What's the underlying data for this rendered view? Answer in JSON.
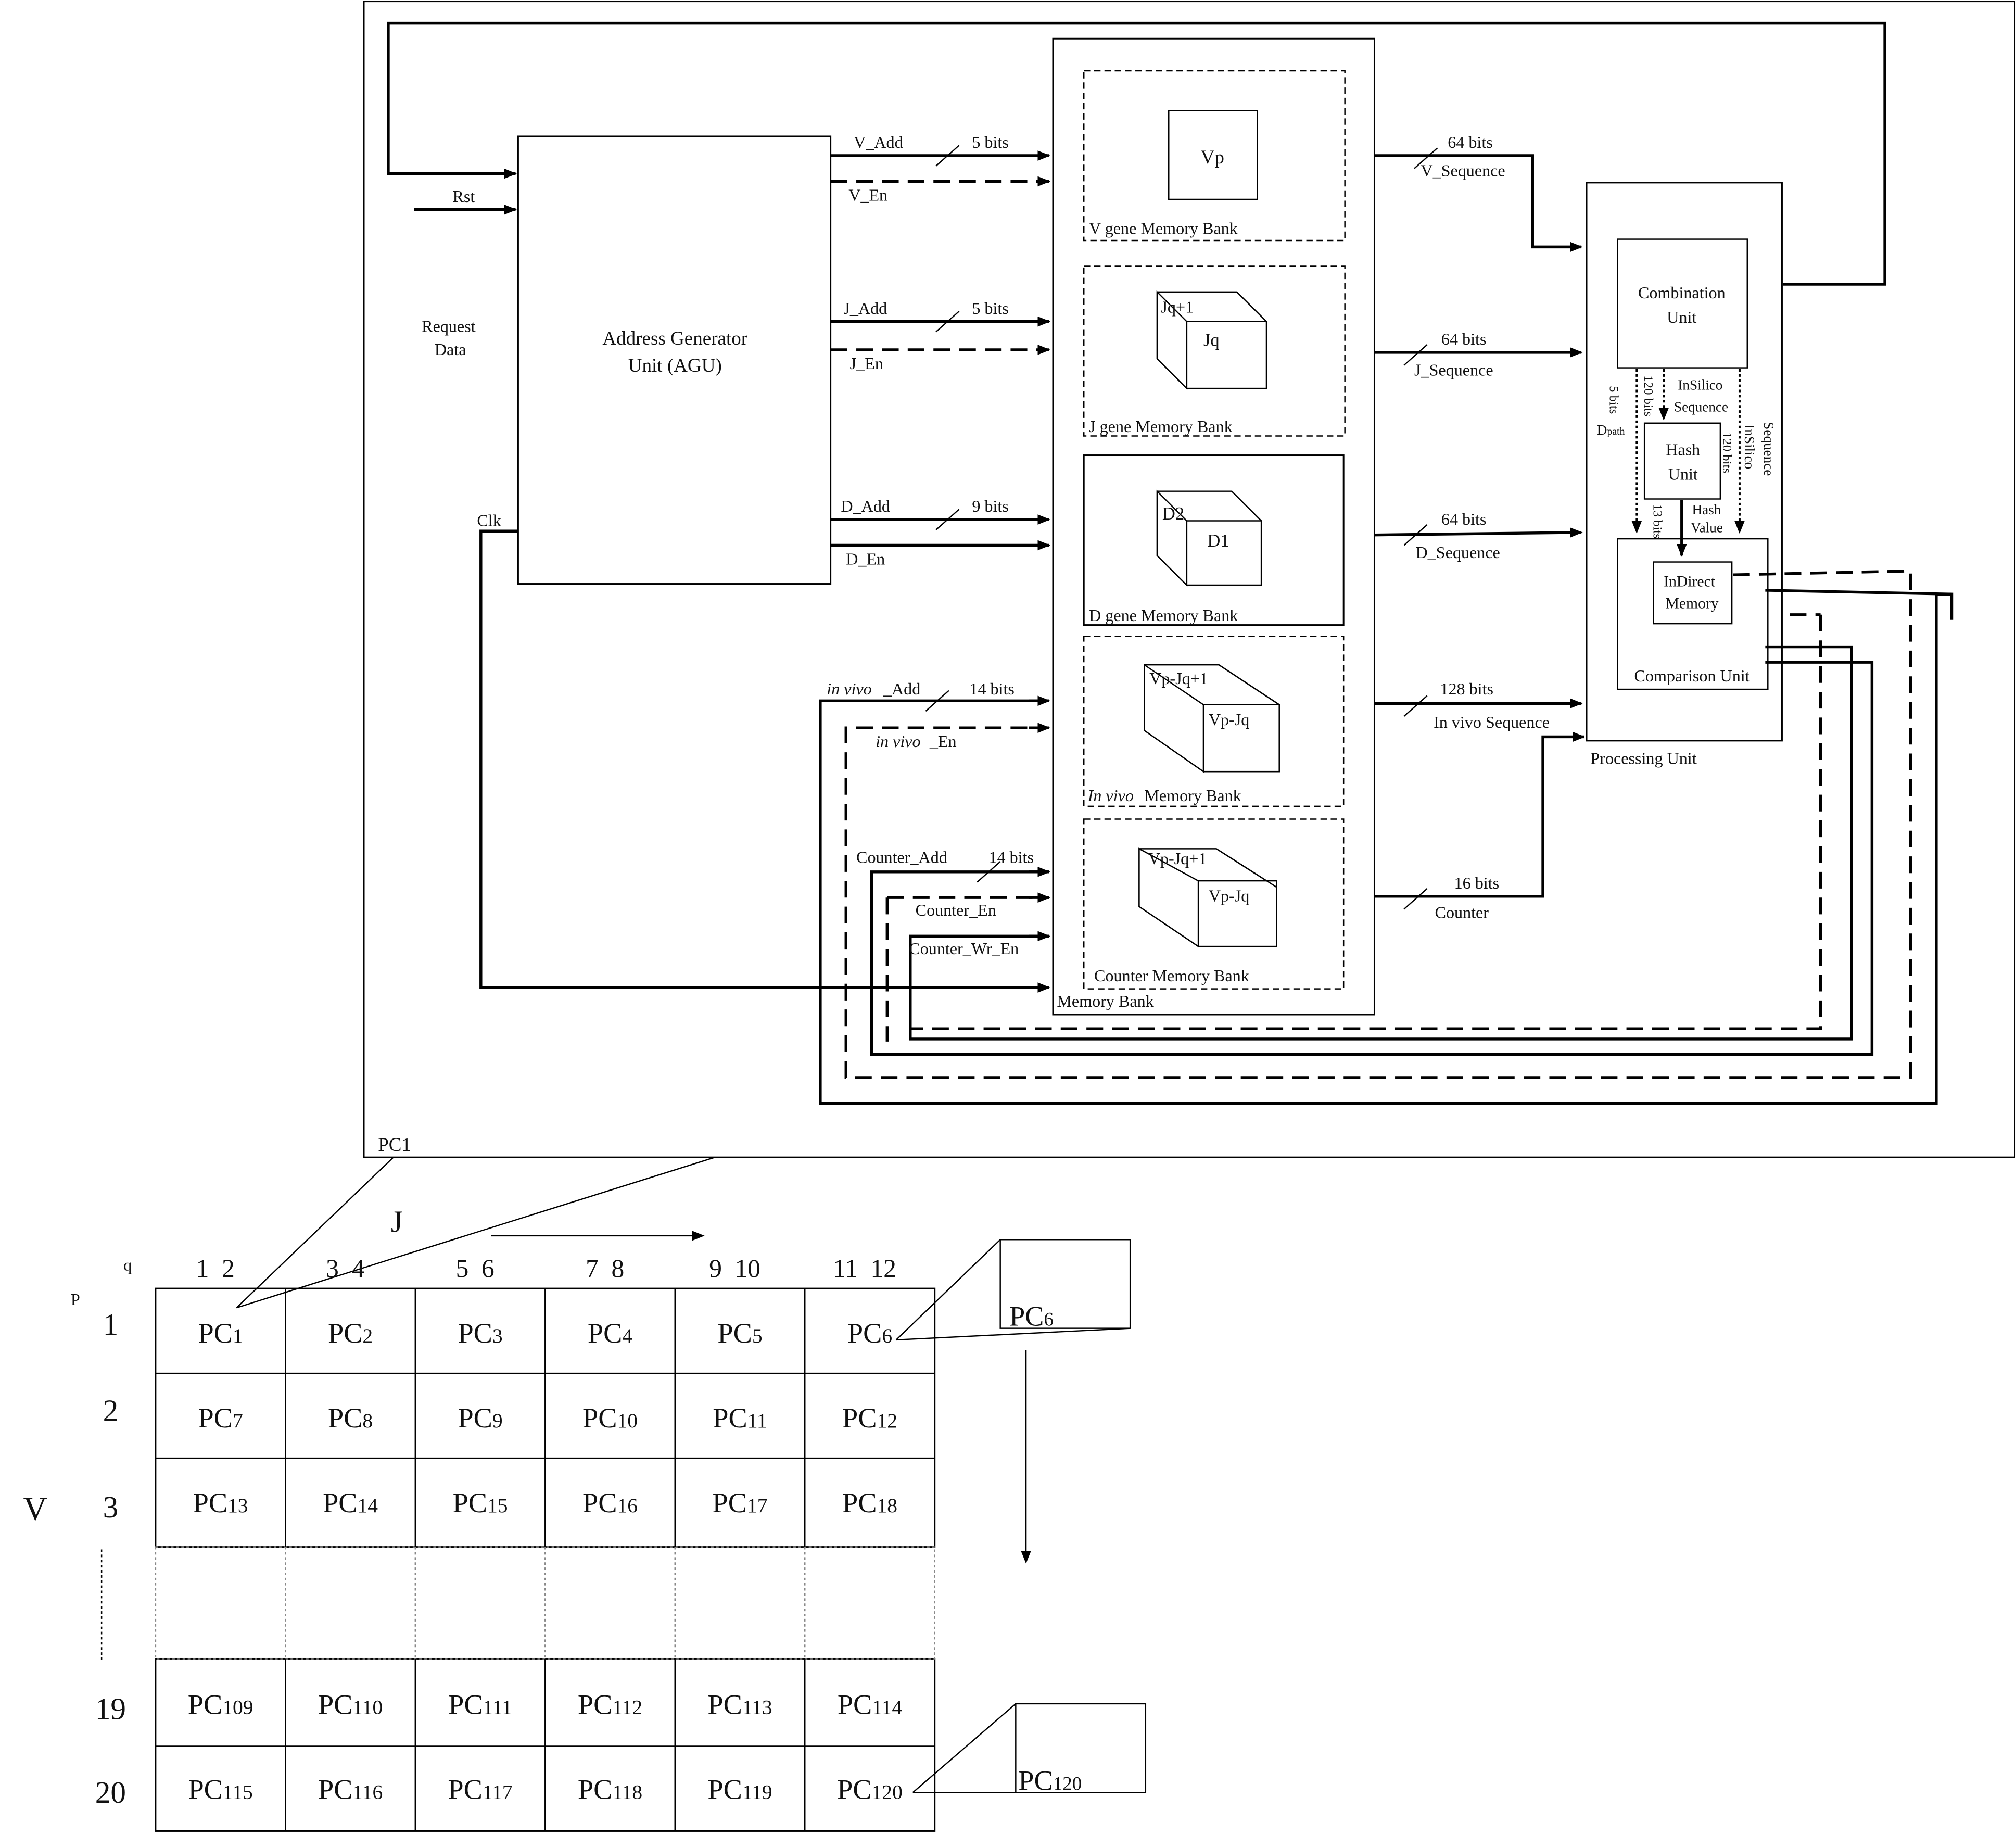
{
  "pc_detail": {
    "label": "PC1",
    "inputs": {
      "rst": "Rst",
      "request_data_1": "Request",
      "request_data_2": "Data",
      "clk": "Clk"
    },
    "agu": {
      "line1": "Address Generator",
      "line2": "Unit (AGU)"
    },
    "signals": {
      "v_add": "V_Add",
      "v_add_bits": "5 bits",
      "v_en": "V_En",
      "j_add": "J_Add",
      "j_add_bits": "5 bits",
      "j_en": "J_En",
      "d_add": "D_Add",
      "d_add_bits": "9 bits",
      "d_en": "D_En",
      "invivo_add_em": "in vivo",
      "invivo_add_suffix": "_Add",
      "invivo_add_bits": "14 bits",
      "invivo_en_em": "in vivo",
      "invivo_en_suffix": "_En",
      "counter_add": "Counter_Add",
      "counter_add_bits": "14 bits",
      "counter_en": "Counter_En",
      "counter_wr_en": "Counter_Wr_En"
    },
    "memory": {
      "outer_label": "Memory Bank",
      "v_bank": {
        "label": "V gene  Memory Bank",
        "box": "Vp"
      },
      "j_bank": {
        "label": "J gene Memory Bank",
        "back": "Jq+1",
        "front": "Jq"
      },
      "d_bank": {
        "label": "D gene Memory Bank",
        "back": "D2",
        "front": "D1"
      },
      "invivo_bank": {
        "label_em": "In vivo",
        "label_suffix": " Memory Bank",
        "back": "Vp-Jq+1",
        "front": "Vp-Jq"
      },
      "counter_bank": {
        "label": "Counter Memory Bank",
        "back": "Vp-Jq+1",
        "front": "Vp-Jq"
      }
    },
    "outputs": {
      "v_bits": "64 bits",
      "v_seq": "V_Sequence",
      "j_bits": "64 bits",
      "j_seq": "J_Sequence",
      "d_bits": "64 bits",
      "d_seq": "D_Sequence",
      "invivo_bits": "128 bits",
      "invivo_seq": "In vivo Sequence",
      "counter_bits": "16 bits",
      "counter": "Counter"
    },
    "processing": {
      "label": "Processing  Unit",
      "combination_1": "Combination",
      "combination_2": "Unit",
      "hash_1": "Hash",
      "hash_2": "Unit",
      "comparison": "Comparison Unit",
      "indirect_1": "InDirect",
      "indirect_2": "Memory",
      "five_bits": "5 bits",
      "dpath": "D",
      "dpath_sub": "path",
      "bits120_a": "120 bits",
      "insilico_1": "InSilico",
      "insilico_2": "Sequence",
      "bits120_b": "120 bits",
      "insilico_v1": "InSilico",
      "insilico_v2": "Sequence",
      "bits13": "13 bits",
      "hash_value_1": "Hash",
      "hash_value_2": "Value"
    }
  },
  "grid": {
    "axis_j": "J",
    "axis_v": "V",
    "q_label": "q",
    "p_label": "P",
    "col_labels": [
      "1  2",
      "3  4",
      "5  6",
      "7  8",
      "9  10",
      "11  12"
    ],
    "row_labels": [
      "1",
      "2",
      "3",
      "19",
      "20"
    ],
    "rows": [
      [
        "1",
        "2",
        "3",
        "4",
        "5",
        "6"
      ],
      [
        "7",
        "8",
        "9",
        "10",
        "11",
        "12"
      ],
      [
        "13",
        "14",
        "15",
        "16",
        "17",
        "18"
      ],
      [
        "109",
        "110",
        "111",
        "112",
        "113",
        "114"
      ],
      [
        "115",
        "116",
        "117",
        "118",
        "119",
        "120"
      ]
    ],
    "cell_prefix": "PC",
    "callouts": [
      {
        "prefix": "PC",
        "num": "6"
      },
      {
        "prefix": "PC",
        "num": "120"
      }
    ]
  }
}
